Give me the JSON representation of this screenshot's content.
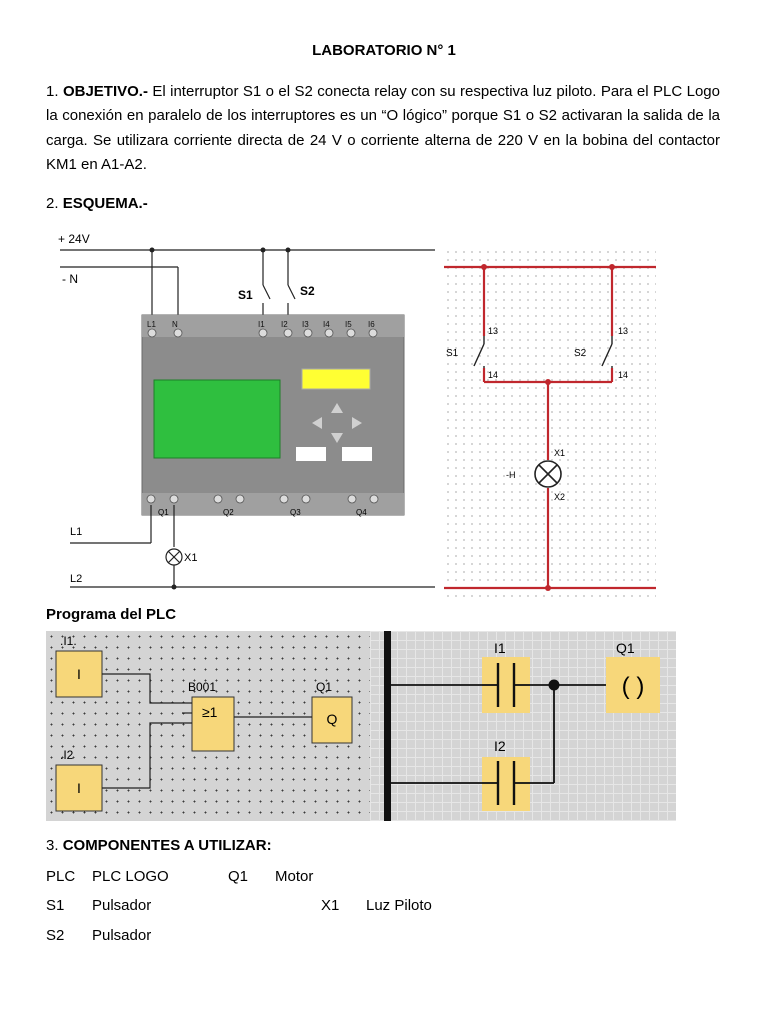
{
  "title": "LABORATORIO N° 1",
  "objective": {
    "number": "1.",
    "heading": "OBJETIVO.-",
    "text": "El interruptor S1 o el S2 conecta relay con su respectiva luz piloto. Para el PLC Logo la conexión en paralelo de los interruptores es un “O lógico” porque S1 o S2 activaran la salida de la carga. Se utilizara corriente directa de 24 V o corriente alterna de 220 V en la bobina del contactor KM1 en A1-A2."
  },
  "scheme": {
    "number": "2.",
    "heading": "ESQUEMA.-",
    "supply_plus": "+ 24V",
    "supply_neutral": "- N",
    "switch1": "S1",
    "switch2": "S2",
    "inputs": [
      "L1",
      "N",
      "I1",
      "I2",
      "I3",
      "I4",
      "I5",
      "I6"
    ],
    "outputs": [
      "Q1",
      "Q2",
      "Q3",
      "Q4"
    ],
    "line1": "L1",
    "line2": "L2",
    "lamp": "X1",
    "colors": {
      "plc_body": "#8c8c8c",
      "plc_screen": "#2fbf3f",
      "plc_key": "#ffff33",
      "wire_red": "#c0272d"
    }
  },
  "circuit": {
    "s1": "S1",
    "s2": "S2",
    "terminal_top": "13",
    "terminal_bottom": "14",
    "lamp_tag": "-H",
    "lamp_x1": "X1",
    "lamp_x2": "X2"
  },
  "program": {
    "heading": "Programa del PLC",
    "fbd_in1_tag": ".I1.",
    "fbd_in2_tag": ".I2",
    "fbd_in_block": "I",
    "fbd_gate_name": "B001",
    "fbd_gate_symbol": "≥1",
    "fbd_out_tag": "Q1",
    "fbd_out_block": "Q",
    "lad_contact1": "I1",
    "lad_contact2": "I2",
    "lad_coil": "Q1",
    "lad_coil_symbol": "( )",
    "colors": {
      "block": "#f7d77a",
      "grid_bg": "#d4d4d4"
    }
  },
  "components": {
    "number": "3.",
    "heading": "COMPONENTES A UTILIZAR:",
    "rows": [
      [
        {
          "tag": "PLC",
          "desc": "PLC LOGO"
        },
        {
          "tag": "Q1",
          "desc": "Motor"
        }
      ],
      [
        {
          "tag": "S1",
          "desc": "Pulsador"
        },
        {
          "tag": "X1",
          "desc": "Luz Piloto"
        }
      ],
      [
        {
          "tag": "S2",
          "desc": "Pulsador"
        }
      ]
    ]
  }
}
